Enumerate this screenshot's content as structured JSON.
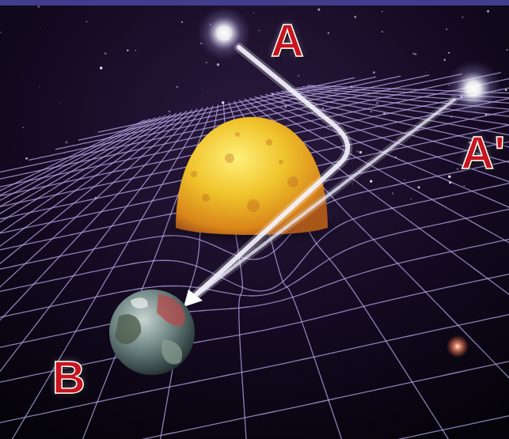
{
  "diagram": {
    "labels": [
      "A",
      "A'",
      "B"
    ]
  }
}
